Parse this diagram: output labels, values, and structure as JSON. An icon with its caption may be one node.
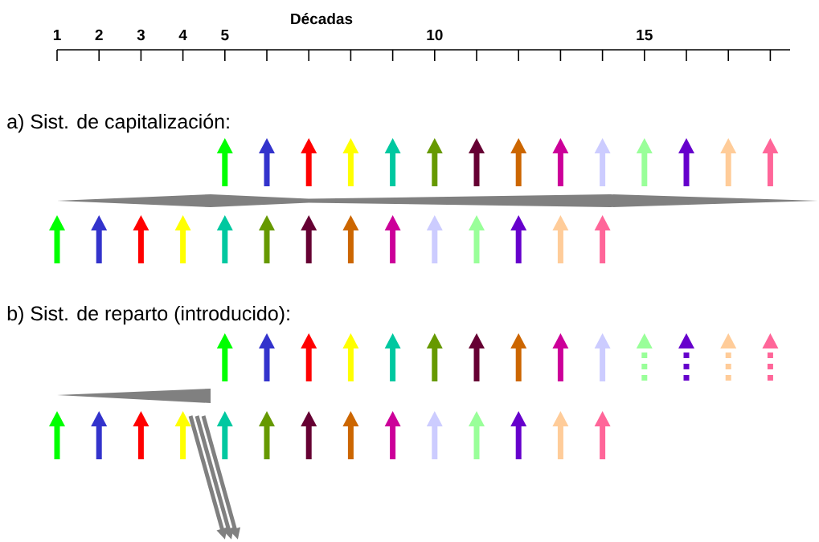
{
  "diagram": {
    "labels": [
      "Décadas",
      "1",
      "2",
      "3",
      "4",
      "5",
      "10",
      "15",
      "a) Sist. de capitalización:",
      "b) Sist. de reparto (introducido):"
    ]
  }
}
